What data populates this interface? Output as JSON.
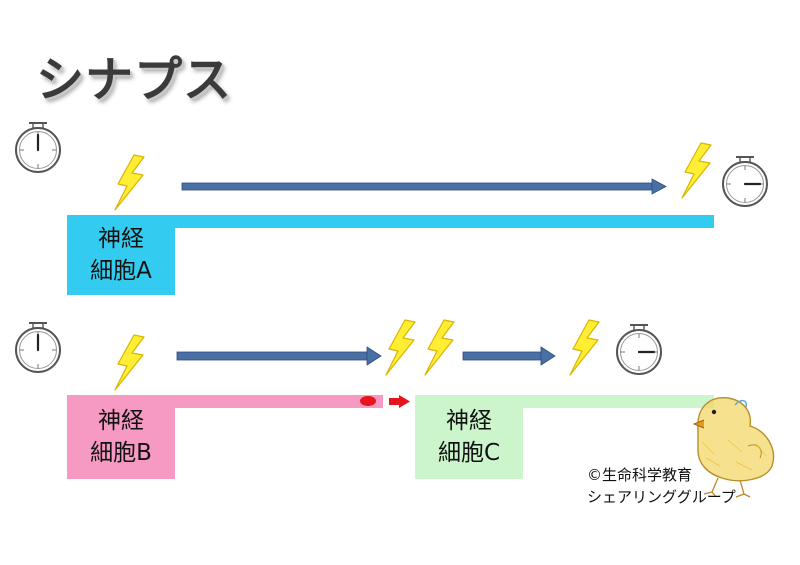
{
  "title": "シナプス",
  "cell_a": {
    "line1": "神経",
    "line2": "細胞A"
  },
  "cell_b": {
    "line1": "神経",
    "line2": "細胞B"
  },
  "cell_c": {
    "line1": "神経",
    "line2": "細胞C"
  },
  "credit": {
    "line1": "©生命科学教育",
    "line2": "シェアリンググループ"
  },
  "colors": {
    "cell_a": "#33ccf0",
    "cell_b": "#f79ac3",
    "cell_c": "#ccf5cc",
    "signal_arrow": "#4a6fa5",
    "transmitter": "#e8141c",
    "lightning": "#ffee33"
  },
  "icons": {
    "timer": "stopwatch-icon",
    "impulse": "lightning-bolt-icon",
    "decoration": "chick-drawing"
  }
}
